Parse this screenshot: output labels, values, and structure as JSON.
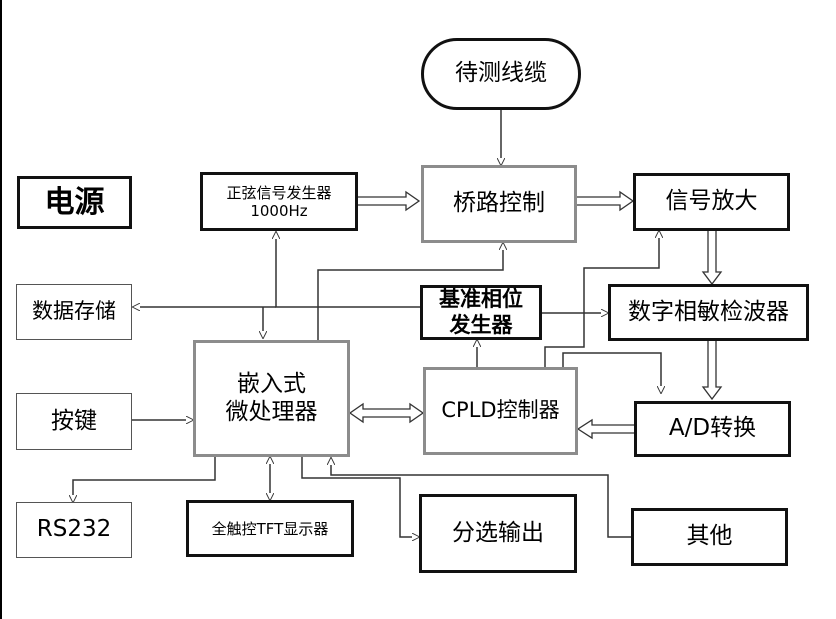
{
  "nodes": {
    "cable": "待测线缆",
    "power": "电源",
    "sine_line1": "正弦信号发生器",
    "sine_line2": "1000Hz",
    "bridge": "桥路控制",
    "amp": "信号放大",
    "storage": "数据存储",
    "phase_line1": "基准相位",
    "phase_line2": "发生器",
    "psd": "数字相敏检波器",
    "mcu_line1": "嵌入式",
    "mcu_line2": "微处理器",
    "cpld": "CPLD控制器",
    "keys": "按键",
    "adc": "A/D转换",
    "rs232": "RS232",
    "tft": "全触控TFT显示器",
    "sort_out": "分选输出",
    "other": "其他"
  },
  "colors": {
    "line": "#333333",
    "border_dark": "#111111",
    "border_grey": "#8c8c8c",
    "background": "#ffffff"
  }
}
